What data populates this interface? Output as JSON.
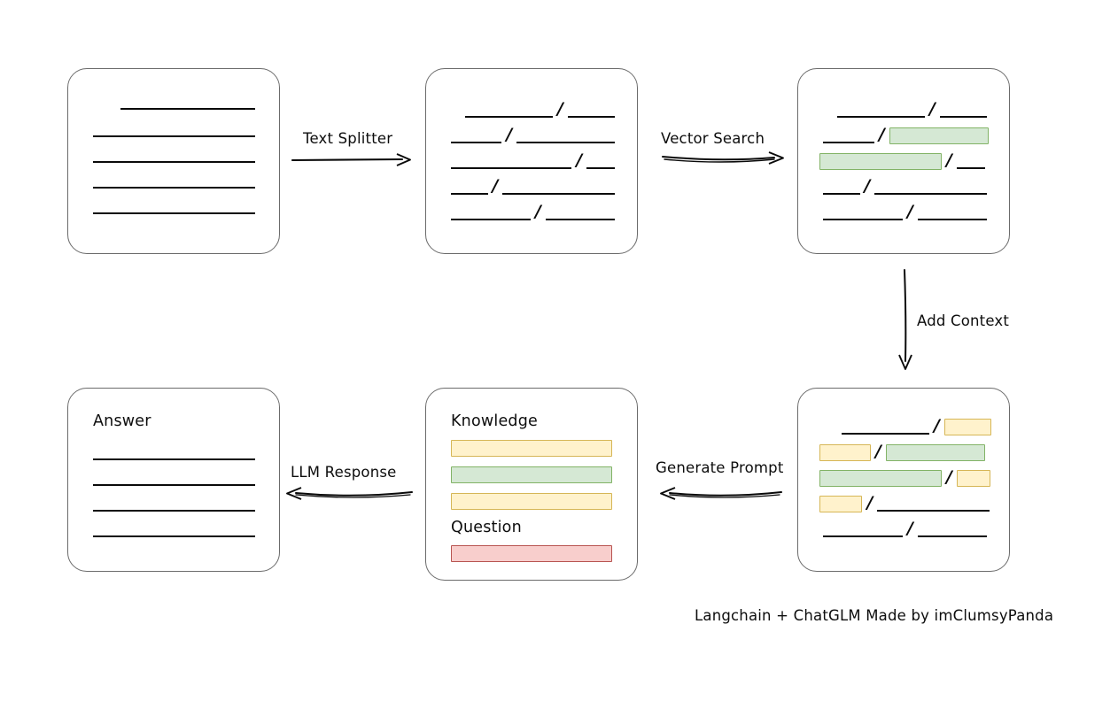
{
  "diagram": {
    "caption": "Langchain + ChatGLM Made by imClumsyPanda",
    "colors": {
      "green_fill": "#d5e8d4",
      "green_border": "#82b366",
      "yellow_fill": "#fff2cc",
      "yellow_border": "#d6b656",
      "red_fill": "#f8cecc",
      "red_border": "#b85450",
      "box_border": "#6b6b6b",
      "line": "#0a0a0a"
    },
    "arrows": [
      {
        "id": "text-splitter",
        "label": "Text Splitter",
        "direction": "right"
      },
      {
        "id": "vector-search",
        "label": "Vector Search",
        "direction": "right"
      },
      {
        "id": "add-context",
        "label": "Add Context",
        "direction": "down"
      },
      {
        "id": "generate-prompt",
        "label": "Generate Prompt",
        "direction": "left"
      },
      {
        "id": "llm-response",
        "label": "LLM Response",
        "direction": "left"
      }
    ],
    "boxes": {
      "source_document": {
        "id": "source-document",
        "title": "",
        "lines": [
          "line-1",
          "line-2",
          "line-3",
          "line-4",
          "line-5"
        ]
      },
      "split_document": {
        "id": "split-document",
        "title": "",
        "separator": "/",
        "lines": [
          "line-1",
          "line-2",
          "line-3",
          "line-4",
          "line-5"
        ]
      },
      "vector_matched_document": {
        "id": "vector-matched-document",
        "title": "",
        "separator": "/",
        "highlights": [
          "green",
          "green"
        ],
        "lines": [
          "line-1",
          "line-2",
          "line-3",
          "line-4",
          "line-5"
        ]
      },
      "context_document": {
        "id": "context-document",
        "title": "",
        "separator": "/",
        "highlights": [
          "yellow",
          "yellow",
          "green",
          "green",
          "yellow",
          "yellow"
        ],
        "lines": [
          "line-1",
          "line-2",
          "line-3",
          "line-4",
          "line-5"
        ]
      },
      "prompt": {
        "id": "prompt",
        "knowledge_title": "Knowledge",
        "question_title": "Question",
        "knowledge_bars": [
          "yellow",
          "green",
          "yellow"
        ],
        "question_bars": [
          "red"
        ]
      },
      "answer": {
        "id": "answer",
        "title": "Answer",
        "lines": [
          "line-1",
          "line-2",
          "line-3",
          "line-4"
        ]
      }
    }
  }
}
